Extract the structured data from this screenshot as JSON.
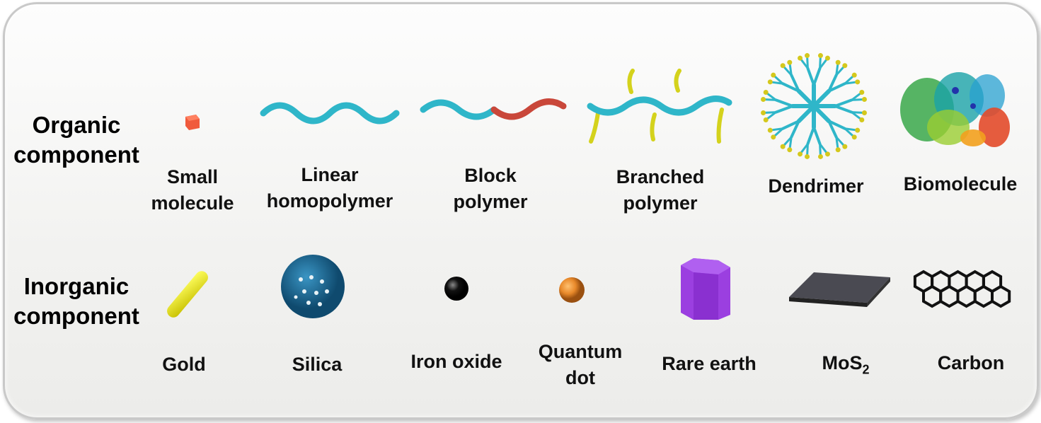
{
  "rows": {
    "organic": {
      "label_line1": "Organic",
      "label_line2": "component"
    },
    "inorganic": {
      "label_line1": "Inorganic",
      "label_line2": "component"
    }
  },
  "organic_items": [
    {
      "line1": "Small",
      "line2": "molecule",
      "icon": "red-cube-icon"
    },
    {
      "line1": "Linear",
      "line2": "homopolymer",
      "icon": "wavy-chain-icon"
    },
    {
      "line1": "Block",
      "line2": "polymer",
      "icon": "two-block-wavy-chain-icon"
    },
    {
      "line1": "Branched",
      "line2": "polymer",
      "icon": "branched-chain-icon"
    },
    {
      "line1": "Dendrimer",
      "icon": "dendrimer-icon"
    },
    {
      "line1": "Biomolecule",
      "icon": "protein-ribbon-icon"
    }
  ],
  "inorganic_items": [
    {
      "line1": "Gold",
      "icon": "gold-rod-icon"
    },
    {
      "line1": "Silica",
      "icon": "porous-sphere-icon"
    },
    {
      "line1": "Iron oxide",
      "icon": "black-sphere-icon"
    },
    {
      "line1": "Quantum",
      "line2": "dot",
      "icon": "orange-sphere-icon"
    },
    {
      "line1": "Rare earth",
      "icon": "hexagonal-prism-icon"
    },
    {
      "line1": "MoS",
      "sub": "2",
      "icon": "sheet-icon"
    },
    {
      "line1": "Carbon",
      "icon": "graphene-icon"
    }
  ],
  "colors": {
    "chain": "#2fb6c9",
    "block": "#c9473a",
    "branch": "#d4d21c",
    "gold": "#e6e21a",
    "silica": "#1f6e9a",
    "quantum": "#e8892a",
    "rare_earth": "#9b3fe0",
    "mos2": "#4a4a52"
  }
}
